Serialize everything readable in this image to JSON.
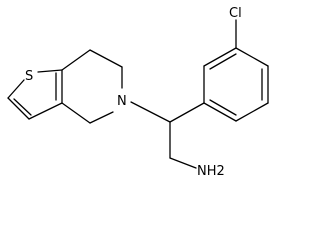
{
  "molecule": {
    "atoms": {
      "sulfur": "S",
      "ring_nitrogen": "N",
      "chlorine": "Cl",
      "amine": "NH2"
    }
  }
}
